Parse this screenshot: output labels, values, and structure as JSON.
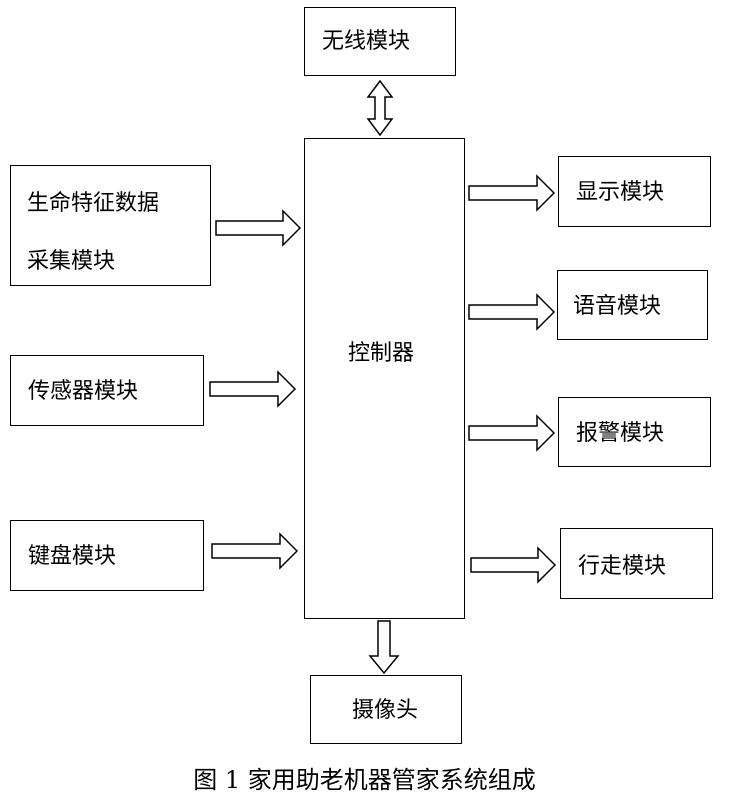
{
  "diagram": {
    "controller": "控制器",
    "wireless": "无线模块",
    "vital_signs_line1": "生命特征数据",
    "vital_signs_line2": "采集模块",
    "sensor": "传感器模块",
    "keyboard": "键盘模块",
    "display": "显示模块",
    "voice": "语音模块",
    "alarm": "报警模块",
    "walking": "行走模块",
    "camera": "摄像头",
    "caption": "图 1 家用助老机器管家系统组成"
  }
}
